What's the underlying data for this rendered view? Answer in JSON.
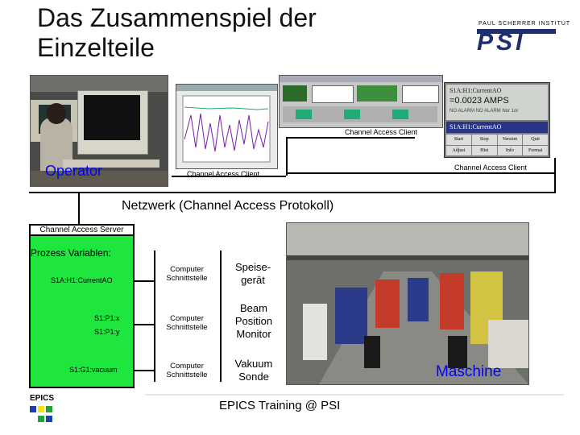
{
  "slide": {
    "title": "Das Zusammenspiel der Einzelteile",
    "logo": {
      "top_text": "PAUL SCHERRER INSTITUT",
      "mark": "PSI"
    },
    "operator_label": "Operator",
    "clients": [
      "Channel Access Client",
      "Channel Access Client",
      "Channel Access Client"
    ],
    "network_label": "Netzwerk (Channel Access Protokoll)",
    "server": {
      "header": "Channel Access Server",
      "section_title": "Prozess Variablen:",
      "pvs": [
        "S1A:H1:CurrentAO",
        "S1:P1:x",
        "S1:P1:y",
        "S1:G1:vacuum"
      ]
    },
    "interfaces": [
      "Computer Schnittstelle",
      "Computer Schnittstelle",
      "Computer Schnittstelle"
    ],
    "devices": [
      "Speise-gerät",
      "Beam Position Monitor",
      "Vakuum Sonde"
    ],
    "machine_label": "Maschine",
    "footer": "EPICS Training @ PSI",
    "epics_logo_text": "EPICS",
    "screen_panel": {
      "pv_name": "S1A:H1:CurrentAO",
      "value": "=0.0023 AMPS",
      "status": "NO ALARM  NO ALARM  Nor 1or",
      "pv_name2": "S1A:H1:CurrentAO",
      "buttons": [
        "Start",
        "Stop",
        "Version",
        "Quit",
        "Adjust",
        "Hist",
        "Info",
        "Format"
      ]
    },
    "colors": {
      "server_green": "#1fe53f",
      "machine_label": "#0000ff",
      "operator_label": "#0000ff"
    }
  }
}
